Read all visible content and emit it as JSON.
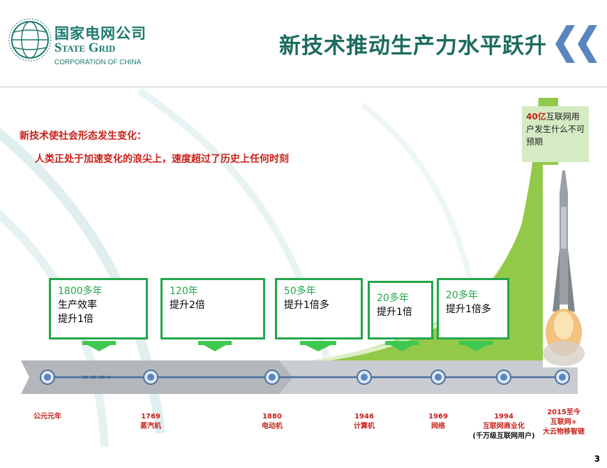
{
  "logo": {
    "name_cn": "国家电网公司",
    "name_en": "State Grid",
    "subtitle": "CORPORATION OF CHINA"
  },
  "title": "新技术推动生产力水平跃升",
  "heading": {
    "line1": "新技术使社会形态发生变化：",
    "line2": "人类正处于加速变化的浪尖上，速度超过了历史上任何时刻"
  },
  "callout": {
    "highlight": "40亿",
    "text": "互联网用户发生什么不可预期"
  },
  "boxes": [
    {
      "top": "1800多年",
      "l2": "生产效率",
      "l3": "提升1倍"
    },
    {
      "top": "120年",
      "l2": "提升2倍",
      "l3": ""
    },
    {
      "top": "50多年",
      "l2": "提升1倍多",
      "l3": ""
    },
    {
      "top": "20多年",
      "l2": "提升1倍",
      "l3": ""
    },
    {
      "top": "20多年",
      "l2": "提升1倍多",
      "l3": ""
    }
  ],
  "timeline": [
    {
      "l1": "公元元年",
      "l2": ""
    },
    {
      "l1": "1769",
      "l2": "蒸汽机"
    },
    {
      "l1": "1880",
      "l2": "电动机"
    },
    {
      "l1": "1946",
      "l2": "计算机"
    },
    {
      "l1": "1969",
      "l2": "网络"
    },
    {
      "l1": "1994",
      "l2": "互联网商业化",
      "l3": "(千万级互联网用户)"
    },
    {
      "l1": "2015至今",
      "l2": "互联网+",
      "l3": "大云物移智链"
    }
  ],
  "page_number": "3",
  "colors": {
    "brand": "#1e7a6e",
    "accent_red": "#c8211b",
    "green": "#22a64a",
    "light_green": "#8cc63f"
  }
}
